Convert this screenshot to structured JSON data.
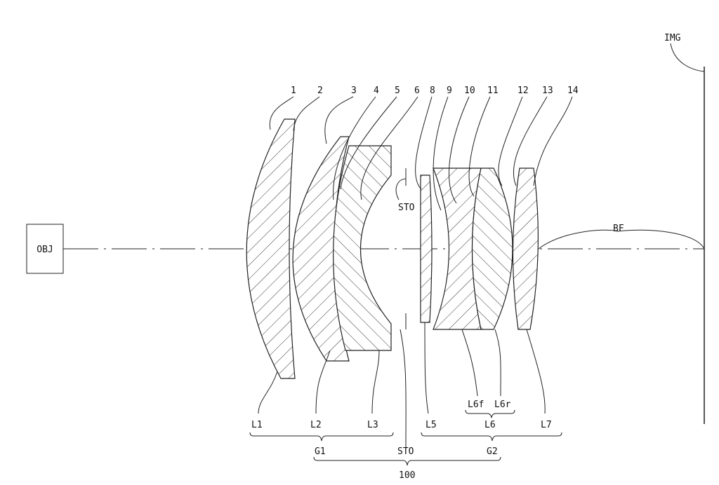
{
  "object_label": "OBJ",
  "image_label": "IMG",
  "back_focus_label": "BF",
  "surfaces": [
    "1",
    "2",
    "3",
    "4",
    "5",
    "6",
    "8",
    "9",
    "10",
    "11",
    "12",
    "13",
    "14"
  ],
  "lenses": {
    "l1": "L1",
    "l2": "L2",
    "l3": "L3",
    "l5": "L5",
    "l6": "L6",
    "l6f": "L6f",
    "l6r": "L6r",
    "l7": "L7"
  },
  "stop_label": "STO",
  "groups": {
    "g1": "G1",
    "g2": "G2",
    "stop": "STO",
    "system": "100"
  }
}
